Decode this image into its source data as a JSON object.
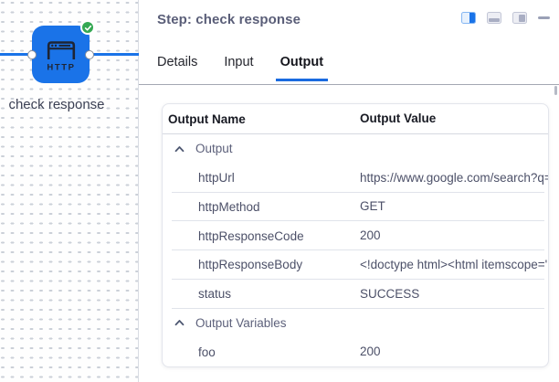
{
  "canvas": {
    "node": {
      "label": "check response",
      "type_text": "HTTP",
      "status_icon": "check-circle-icon"
    },
    "colors": {
      "node_blue": "#1a73e8",
      "edge_blue": "#1a73e8",
      "badge_green": "#34a853"
    }
  },
  "panel": {
    "title": "Step: check response",
    "toolbar_icons": [
      "split-view-icon",
      "dock-bottom-icon",
      "dock-right-icon",
      "minimize-icon"
    ],
    "tabs": [
      {
        "label": "Details",
        "active": false
      },
      {
        "label": "Input",
        "active": false
      },
      {
        "label": "Output",
        "active": true
      }
    ],
    "table": {
      "columns": {
        "name": "Output Name",
        "value": "Output Value"
      },
      "groups": [
        {
          "label": "Output",
          "collapsed": false,
          "rows": [
            {
              "name": "httpUrl",
              "value": "https://www.google.com/search?q="
            },
            {
              "name": "httpMethod",
              "value": "GET"
            },
            {
              "name": "httpResponseCode",
              "value": "200"
            },
            {
              "name": "httpResponseBody",
              "value": "<!doctype html><html itemscope='"
            },
            {
              "name": "status",
              "value": "SUCCESS"
            }
          ]
        },
        {
          "label": "Output Variables",
          "collapsed": false,
          "rows": [
            {
              "name": "foo",
              "value": "200"
            }
          ]
        }
      ]
    }
  }
}
